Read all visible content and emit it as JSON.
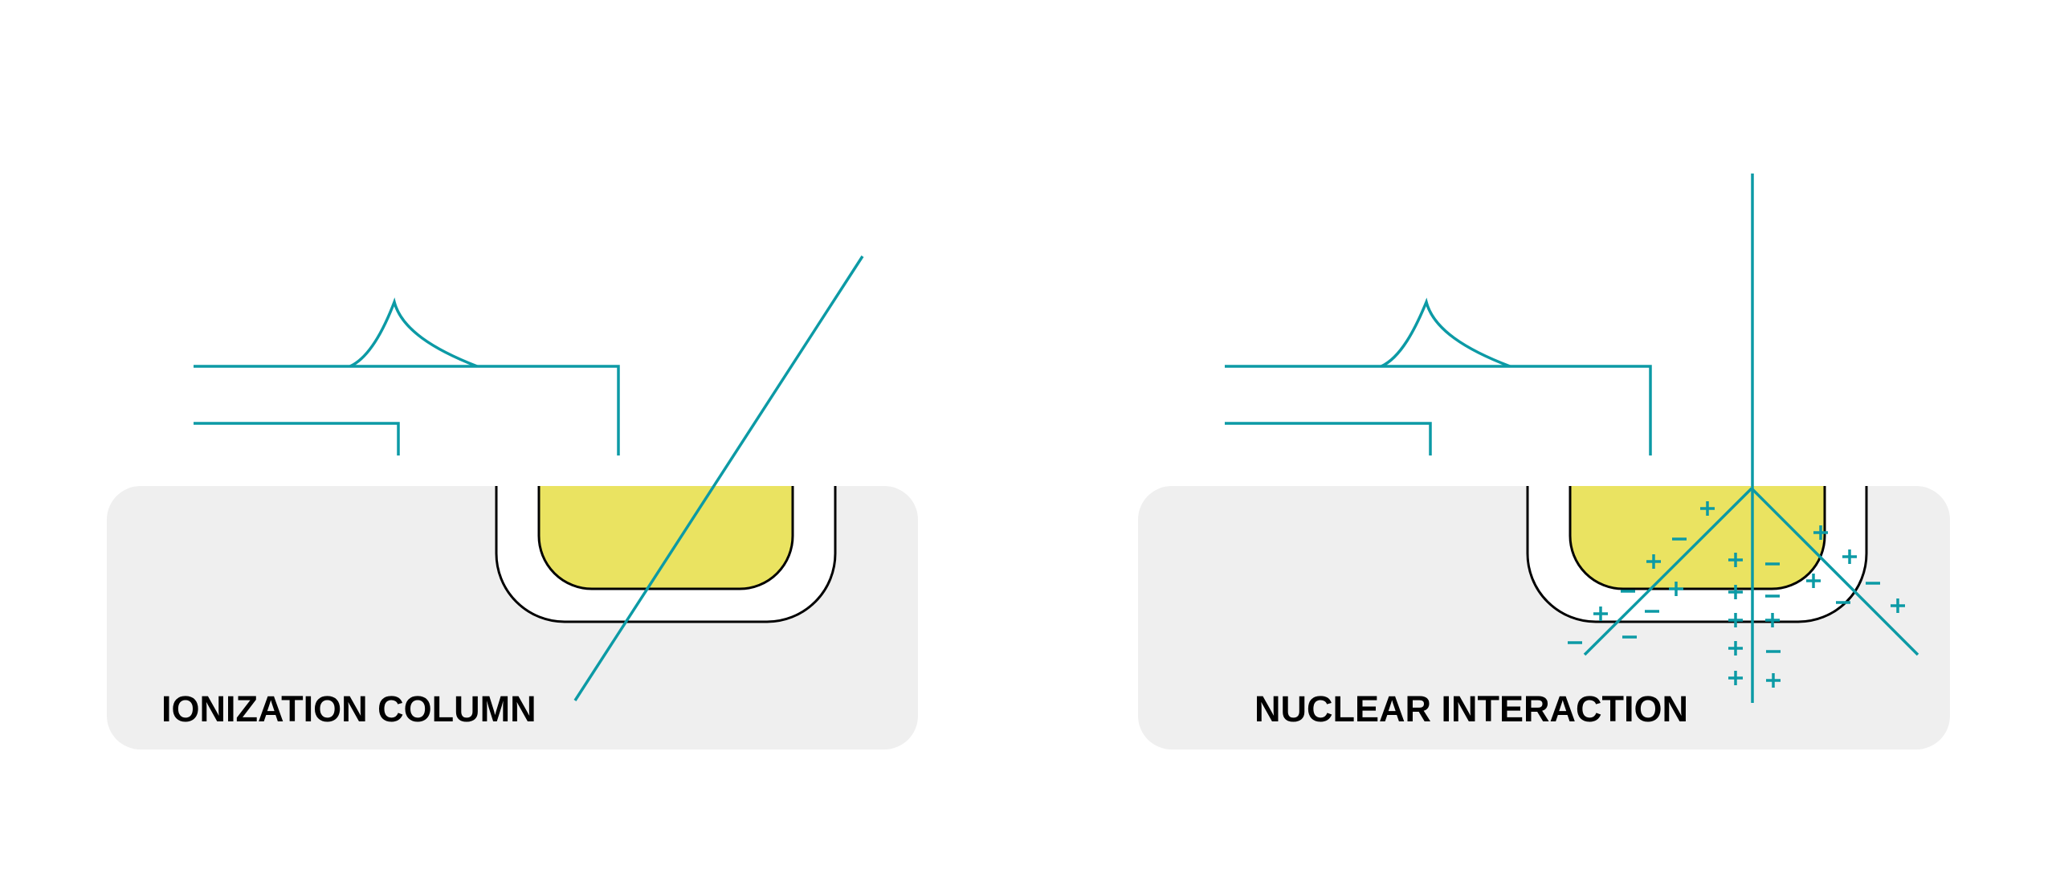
{
  "colors": {
    "track": "#0c9aa5",
    "sensitive_volume": "#eae361",
    "substrate": "#efefef",
    "cavity": "#ffffff",
    "outline": "#000000",
    "label": "#000000"
  },
  "panels": [
    {
      "id": "ionization-column",
      "label": "IONIZATION COLUMN",
      "particle_tracks": 1,
      "charges": []
    },
    {
      "id": "nuclear-interaction",
      "label": "NUCLEAR INTERACTION",
      "particle_tracks": 3,
      "charges": [
        {
          "sign": "+"
        },
        {
          "sign": "−"
        },
        {
          "sign": "+"
        },
        {
          "sign": "+"
        },
        {
          "sign": "−"
        },
        {
          "sign": "−"
        },
        {
          "sign": "+"
        },
        {
          "sign": "+"
        },
        {
          "sign": "−"
        },
        {
          "sign": "+"
        },
        {
          "sign": "−"
        },
        {
          "sign": "+"
        },
        {
          "sign": "+"
        },
        {
          "sign": "−"
        },
        {
          "sign": "−"
        },
        {
          "sign": "+"
        },
        {
          "sign": "−"
        },
        {
          "sign": "+"
        },
        {
          "sign": "+"
        },
        {
          "sign": "+"
        },
        {
          "sign": "+"
        },
        {
          "sign": "−"
        },
        {
          "sign": "−"
        },
        {
          "sign": "+"
        }
      ]
    }
  ]
}
